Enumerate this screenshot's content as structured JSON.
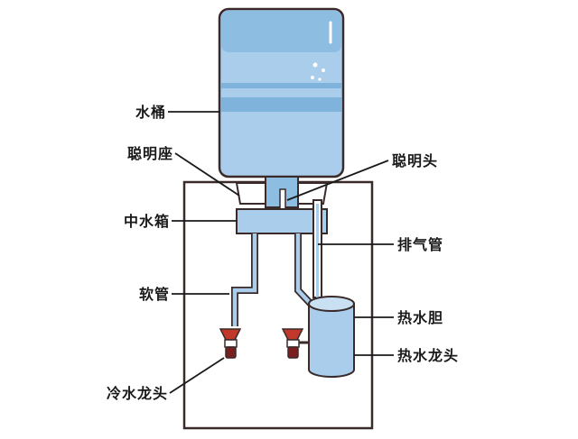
{
  "labels": {
    "bucket": "水桶",
    "smart_seat": "聪明座",
    "smart_head": "聪明头",
    "middle_tank": "中水箱",
    "exhaust_pipe": "排气管",
    "hose": "软管",
    "hot_tank": "热水胆",
    "hot_tap": "热水龙头",
    "cold_tap": "冷水龙头"
  },
  "colors": {
    "outline": "#3a2a2a",
    "water_light": "#a9cdea",
    "water_mid": "#8dbde0",
    "water_band": "#7fb3dc",
    "cabinet_fill": "#ffffff",
    "tap_red": "#c0392b",
    "tap_dark": "#7a1f1f"
  }
}
